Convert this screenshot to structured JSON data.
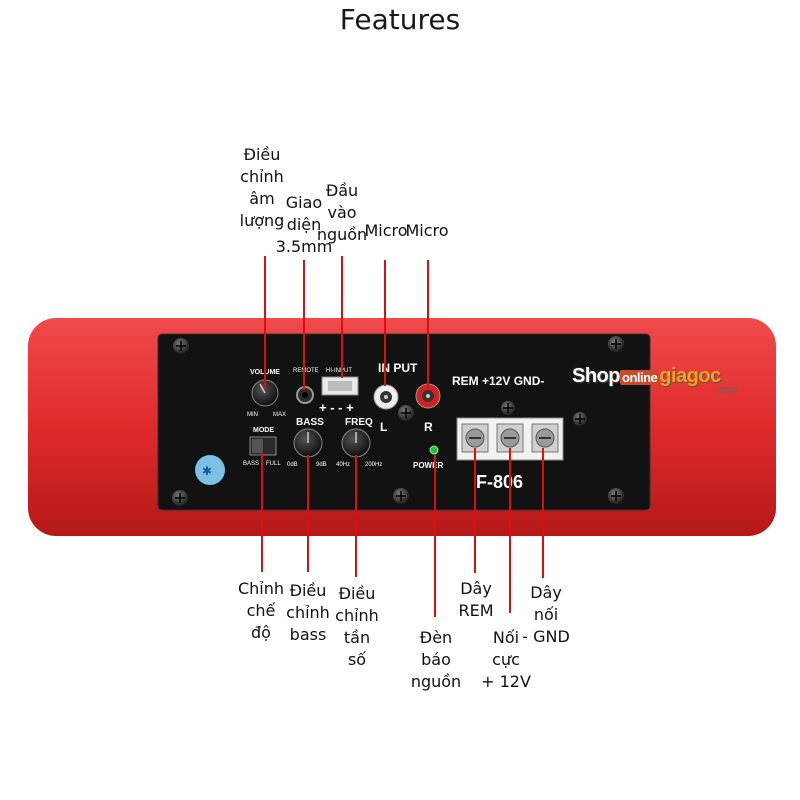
{
  "title": "Features",
  "panel": {
    "volume": "VOLUME",
    "min": "MIN",
    "max": "MAX",
    "remote": "REMOTE",
    "hi_input": "HI-INPUT",
    "hi_sign": "+ - - +",
    "input": "IN PUT",
    "left": "L",
    "right": "R",
    "mode": "MODE",
    "bass_switch": "BASS",
    "full_switch": "FULL",
    "bass": "BASS",
    "bass_min": "0dB",
    "bass_max": "9dB",
    "freq": "FREQ",
    "freq_min": "40Hz",
    "freq_max": "200Hz",
    "power": "POWER",
    "terminals": "REM +12V GND-",
    "model": "F-806"
  },
  "watermark": {
    "shop": "Shop",
    "online": "online",
    "giagoc": "giagoc",
    "com": ".com"
  },
  "labels": {
    "volume": "Điều\nchỉnh\nâm\nlượng",
    "jack": "Giao\ndiện\n3.5mm",
    "power_in": "Đầu\nvào\nnguồn",
    "mic_l": "Micro",
    "mic_r": "Micro",
    "mode": "Chỉnh\nchế\nđộ",
    "bass": "Điều\nchỉnh\nbass",
    "freq": "Điều\nchỉnh\ntần\nsố",
    "led": "Đèn\nbáo\nnguồn",
    "rem": "Dây\nREM",
    "v12": "Nối\ncực\n+ 12V",
    "gnd": "Dây\nnối\n- GND"
  },
  "colors": {
    "case": "#e02a2a",
    "panel": "#121212",
    "accent_line": "#d81010"
  }
}
